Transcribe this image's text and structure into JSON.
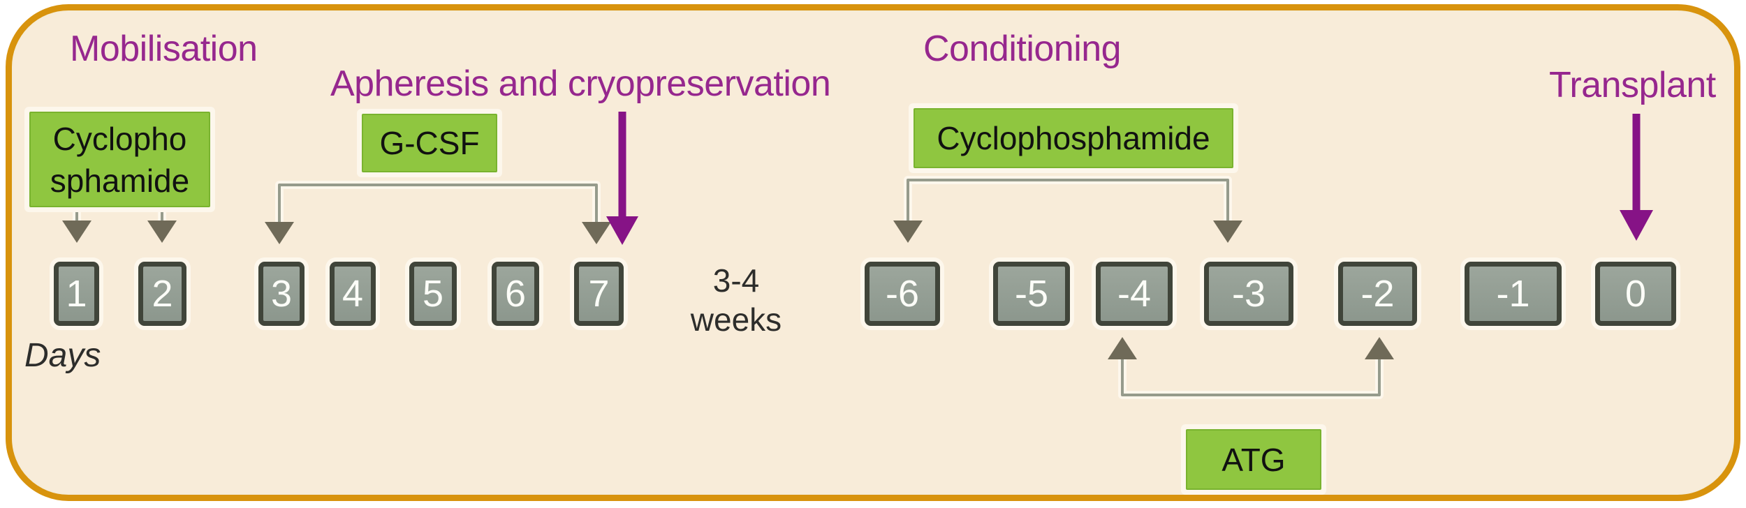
{
  "figure": {
    "type": "treatment-timeline-diagram",
    "phases": {
      "mobilisation": "Mobilisation",
      "apheresis": "Apheresis and cryopreservation",
      "conditioning": "Conditioning",
      "transplant": "Transplant"
    },
    "drugs": {
      "cyclophosphamide_mobilisation_line1": "Cyclopho",
      "cyclophosphamide_mobilisation_line2": "sphamide",
      "gcsf": "G-CSF",
      "cyclophosphamide_conditioning": "Cyclophosphamide",
      "atg": "ATG"
    },
    "timeline": {
      "axis_label": "Days",
      "gap_label_line1": "3-4",
      "gap_label_line2": "weeks",
      "mobilisation_days": [
        "1",
        "2",
        "3",
        "4",
        "5",
        "6",
        "7"
      ],
      "conditioning_days": [
        "-6",
        "-5",
        "-4",
        "-3",
        "-2",
        "-1",
        "0"
      ]
    },
    "annotations": {
      "gcsf_span_days": "3 to 7",
      "conditioning_cyclophosphamide_span_days": "-6 to -3",
      "atg_span_days": "-4 to -2",
      "apheresis_arrow_day": "7",
      "transplant_arrow_day": "0"
    },
    "colors": {
      "panel_background": "#f8ecd9",
      "panel_border": "#d8930d",
      "phase_title_text": "#96278e",
      "purple_arrow": "#861386",
      "drug_box_green": "#8fc640",
      "day_box_fill": "#939e93",
      "day_box_border": "#40453a",
      "bracket_line_gray": "#969b8c",
      "arrowhead_gray": "#6f6a58",
      "day_number_text": "#fcfdf8"
    }
  }
}
